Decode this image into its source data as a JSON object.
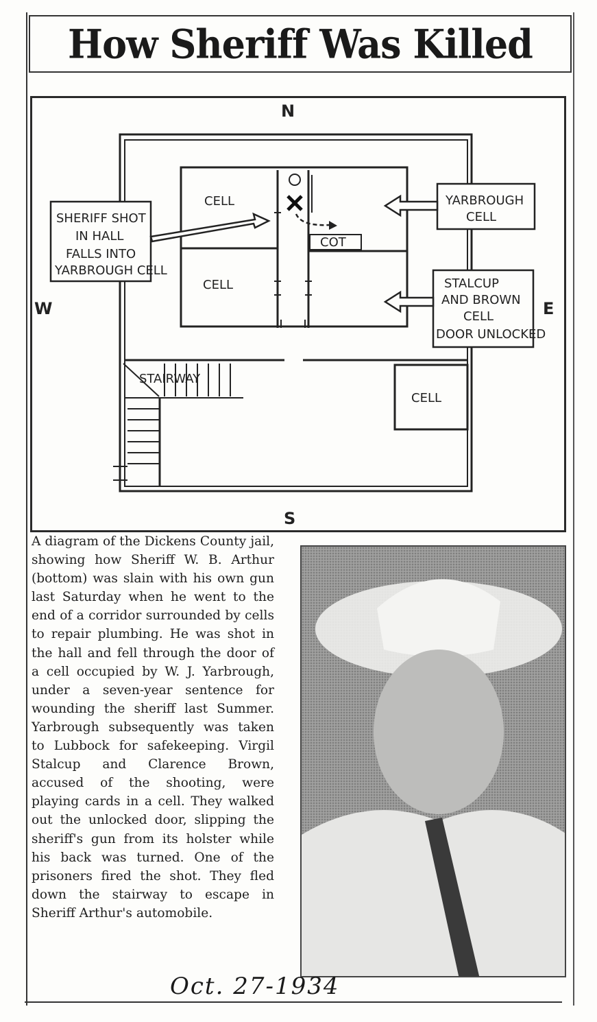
{
  "headline": "How Sheriff Was Killed",
  "compass": {
    "n": "N",
    "s": "S",
    "w": "W",
    "e": "E"
  },
  "plan_labels": {
    "cell_nw": "CELL",
    "cell_w": "CELL",
    "cell_se": "CELL",
    "cot": "COT",
    "stairway": "STAIRWAY"
  },
  "callouts": {
    "sheriff": [
      "SHERIFF SHOT",
      "IN HALL",
      "FALLS INTO",
      "YARBROUGH CELL"
    ],
    "yarbrough": [
      "YARBROUGH",
      "CELL"
    ],
    "stalcup": [
      "STALCUP",
      "AND BROWN",
      "CELL",
      "DOOR UNLOCKED"
    ]
  },
  "caption": "A diagram of the Dickens County jail, showing how Sheriff W. B. Arthur (bottom) was slain with his own gun last Saturday when he went to the end of a corridor surrounded by cells to repair plumbing. He was shot in the hall and fell through the door of a cell occupied by W. J. Yarbrough, under a seven-year sentence for wounding the sheriff last Summer. Yarbrough subsequently was taken to Lubbock for safekeeping. Virgil Stalcup and Clarence Brown, accused of the shooting, were playing cards in a cell. They walked out the unlocked door, slipping the sheriff's gun from its holster while his back was turned. One of the prisoners fired the shot. They fled down the stairway to escape in Sheriff Arthur's automobile.",
  "handwritten_date": "Oct. 27-1934"
}
